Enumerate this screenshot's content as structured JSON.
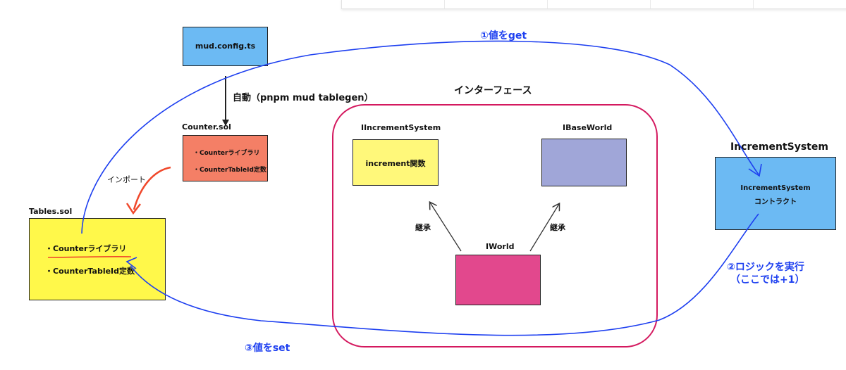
{
  "colors": {
    "config_box": "#6cbaf3",
    "counter_box": "#f47f66",
    "tables_box": "#fff84a",
    "interface_border": "#d4195f",
    "increment_fn_box": "#fff87a",
    "ibaseworld_box": "#a0a6d8",
    "iworld_box": "#e2488d",
    "contract_box": "#6cbaf3",
    "blue_annotation": "#1d3ff0",
    "red_arrow": "#f0482b"
  },
  "diagram": {
    "config": {
      "label": "mud.config.ts"
    },
    "auto_label": "自動（pnpm mud tablegen）",
    "counter": {
      "title": "Counter.sol",
      "items": [
        "・Counterライブラリ",
        "・CounterTableId定数"
      ]
    },
    "import_label": "インポート",
    "tables": {
      "title": "Tables.sol",
      "items": [
        "・Counterライブラリ",
        "・CounterTableId定数"
      ]
    },
    "interface": {
      "title": "インターフェース",
      "iincrement": {
        "title": "IIncrementSystem",
        "box_text": "increment関数"
      },
      "ibaseworld": {
        "title": "IBaseWorld"
      },
      "iworld": {
        "title": "IWorld"
      },
      "inherit_left": "継承",
      "inherit_right": "継承"
    },
    "increment_system": {
      "title": "IncrementSystem",
      "box_line1": "IncrementSystem",
      "box_line2": "コントラクト"
    },
    "annotations": {
      "step1": "①値をget",
      "step2_line1": "②ロジックを実行",
      "step2_line2": "（ここでは+1）",
      "step3": "③値をset"
    }
  }
}
